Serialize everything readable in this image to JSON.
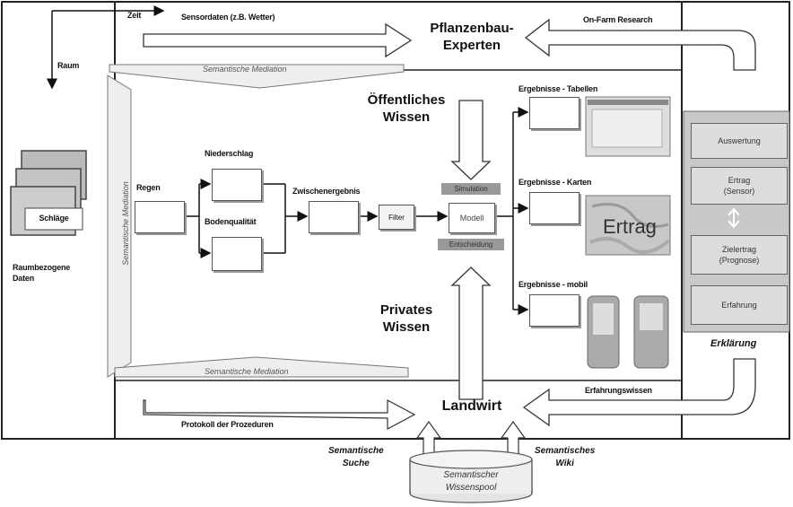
{
  "axes": {
    "zeit": "Zeit",
    "raum": "Raum"
  },
  "top_labels": {
    "sensordaten": "Sensordaten (z.B. Wetter)",
    "on_farm": "On-Farm Research",
    "mediation_top": "Semantische Mediation",
    "mediation_side": "Semantische Mediation",
    "mediation_bottom": "Semantische Mediation"
  },
  "actors": {
    "experten": "Pflanzenbau-\nExperten",
    "oeffentlich": "Öffentliches\nWissen",
    "privat": "Privates\nWissen",
    "landwirt": "Landwirt"
  },
  "left": {
    "tile_label": "Schläge",
    "caption": "Raumbezogene\nDaten"
  },
  "flow": {
    "regen": "Regen",
    "niederschlag": "Niederschlag",
    "bodenqualitaet": "Bodenqualität",
    "zwischenergebnis": "Zwischenergebnis",
    "filter": "Filter",
    "modell": "Modell",
    "simulation": "Simulation",
    "entscheidung": "Entscheidung"
  },
  "results": {
    "tabellen": "Ergebnisse - Tabellen",
    "karten": "Ergebnisse - Karten",
    "mobil": "Ergebnisse - mobil",
    "ertrag_map": "Ertrag"
  },
  "sidebar": {
    "items": [
      "Auswertung",
      "Ertrag\n(Sensor)",
      "Zielertrag\n(Prognose)",
      "Erfahrung"
    ],
    "erklaerung": "Erklärung"
  },
  "bottom": {
    "protokoll": "Protokoll der Prozeduren",
    "erfahrungswissen": "Erfahrungswissen",
    "semantische_suche": "Semantische\nSuche",
    "semantisches_wiki": "Semantisches\nWiki",
    "wissenspool": "Semantischer\nWissenspool"
  }
}
